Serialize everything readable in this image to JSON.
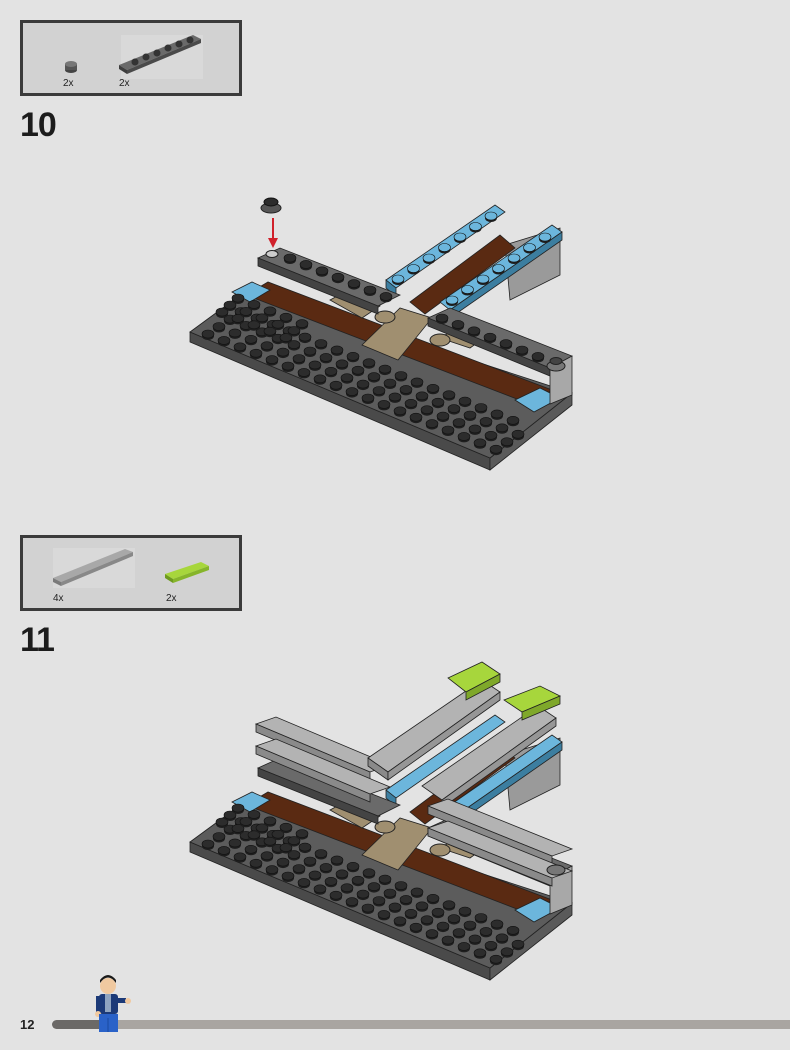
{
  "steps": [
    {
      "number": "10",
      "parts": [
        {
          "name": "round-plate-1x1-dark-gray",
          "count": "2x"
        },
        {
          "name": "plate-1x6-dark-gray",
          "count": "2x"
        }
      ]
    },
    {
      "number": "11",
      "parts": [
        {
          "name": "tile-1x6-light-gray",
          "count": "4x"
        },
        {
          "name": "tile-1x2-lime",
          "count": "2x"
        }
      ]
    }
  ],
  "footer": {
    "page_number": "12",
    "progress_fraction": 0.07
  },
  "colors": {
    "background": "#e3e3e3",
    "brown": "#5a2a12",
    "blue": "#6cb6dc",
    "lime": "#a7d63c",
    "arrow": "#d0212b"
  }
}
